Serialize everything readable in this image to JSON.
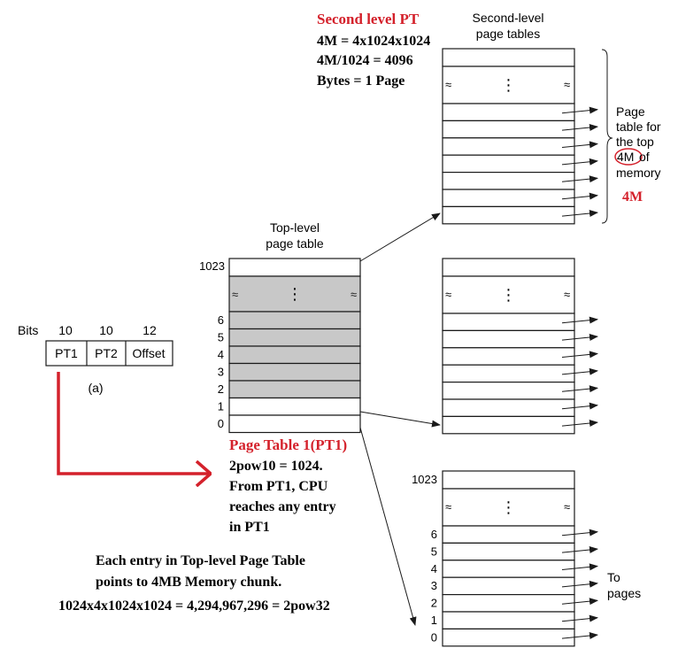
{
  "address_format": {
    "bits_label": "Bits",
    "fields": [
      {
        "bits": "10",
        "name": "PT1"
      },
      {
        "bits": "10",
        "name": "PT2"
      },
      {
        "bits": "12",
        "name": "Offset"
      }
    ],
    "caption": "(a)"
  },
  "top_level": {
    "title_line1": "Top-level",
    "title_line2": "page table",
    "top_index": "1023",
    "indices": [
      "6",
      "5",
      "4",
      "3",
      "2",
      "1",
      "0"
    ],
    "ellipsis": "⋮"
  },
  "second_level": {
    "header_line1": "Second-level",
    "header_line2": "page tables",
    "top_index": "1023",
    "bottom_indices": [
      "6",
      "5",
      "4",
      "3",
      "2",
      "1",
      "0"
    ],
    "ellipsis": "⋮",
    "brace_label": [
      "Page",
      "table for",
      "the top",
      "4M",
      "of",
      "memory"
    ],
    "to_pages": [
      "To",
      "pages"
    ]
  },
  "annotations": {
    "second_level_title": "Second level PT",
    "second_level_lines": [
      "4M = 4x1024x1024",
      "4M/1024 = 4096",
      "Bytes = 1 Page"
    ],
    "mem_4m": "4M",
    "pt1_title": "Page Table 1(PT1)",
    "pt1_lines": [
      "2pow10 = 1024.",
      "From PT1, CPU",
      "reaches any entry",
      "in PT1"
    ],
    "summary_lines": [
      "Each entry in Top-level Page Table",
      "points to 4MB Memory chunk.",
      "1024x4x1024x1024 = 4,294,967,296 = 2pow32"
    ]
  },
  "colors": {
    "annotation_red": "#d4212b",
    "shaded_entry": "#c8c8c8",
    "line": "#1a1a1a"
  }
}
